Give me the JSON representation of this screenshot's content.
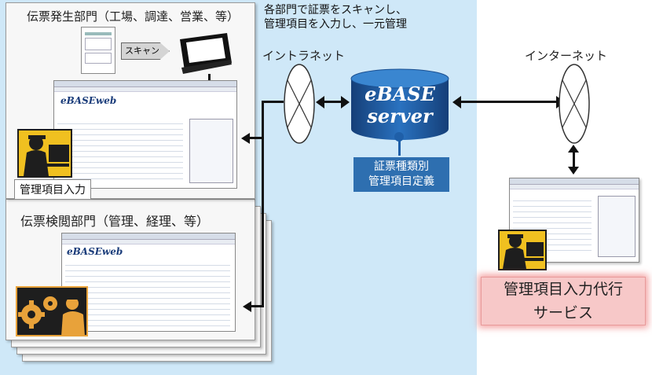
{
  "header_note": [
    "各部門で証票をスキャンし、",
    "管理項目を入力し、一元管理"
  ],
  "dept_issue": {
    "title": "伝票発生部門（工場、調達、営業、等）",
    "scan_label": "スキャン",
    "input_label": "管理項目入力",
    "app_logo": "eBASEweb"
  },
  "dept_review": {
    "title": "伝票検閲部門（管理、経理、等）",
    "app_logo": "eBASEweb"
  },
  "network": {
    "intranet": "イントラネット",
    "internet": "インターネット"
  },
  "server": {
    "line1": "eBASE",
    "line2": "server",
    "definition": [
      "証票種類別",
      "管理項目定義"
    ]
  },
  "service": {
    "lines": [
      "管理項目入力代行",
      "サービス"
    ]
  },
  "colors": {
    "left_background": "#cfe8f8",
    "server_blue": "#1f5fa8",
    "service_pink": "#f7c8c8"
  }
}
